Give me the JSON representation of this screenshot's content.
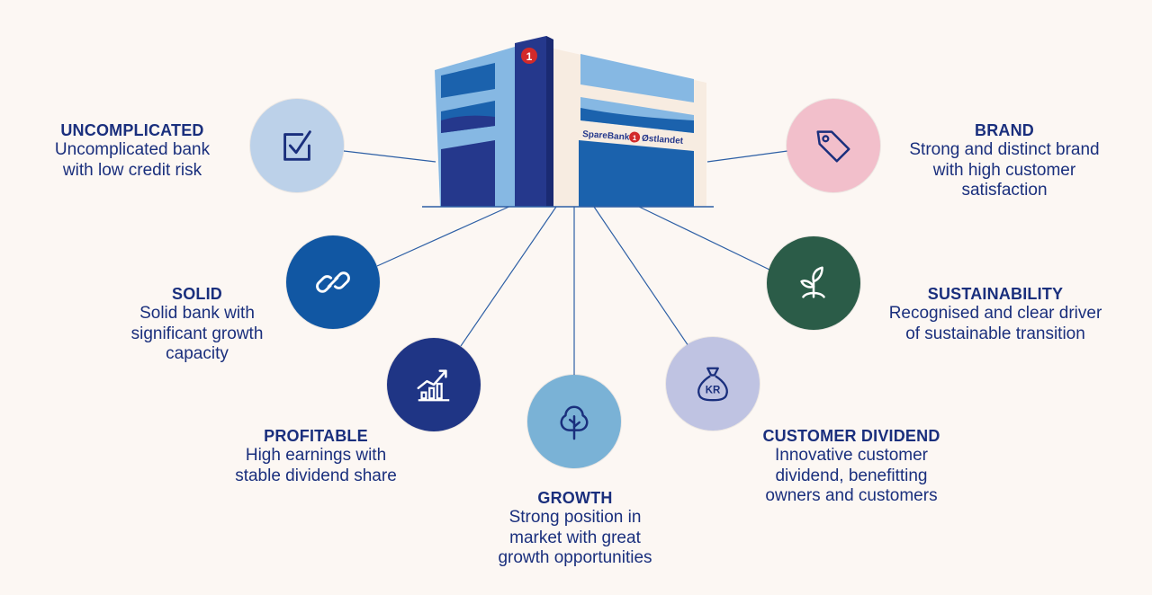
{
  "building": {
    "sign_prefix": "SpareBank",
    "sign_number": "1",
    "sign_suffix": "Østlandet",
    "badge_number": "1"
  },
  "pillars": [
    {
      "key": "uncomplicated",
      "title": "UNCOMPLICATED",
      "desc": "Uncomplicated bank\nwith low credit risk",
      "icon": "checkbox-icon",
      "color": "#bcd1e9"
    },
    {
      "key": "solid",
      "title": "SOLID",
      "desc": "Solid bank with\nsignificant growth\ncapacity",
      "icon": "link-icon",
      "color": "#1157a3"
    },
    {
      "key": "profitable",
      "title": "PROFITABLE",
      "desc": "High earnings with\nstable dividend share",
      "icon": "growth-chart-icon",
      "color": "#1f3585"
    },
    {
      "key": "growth",
      "title": "GROWTH",
      "desc": "Strong position in\nmarket with great\ngrowth opportunities",
      "icon": "tree-icon",
      "color": "#7ab2d6"
    },
    {
      "key": "customer_dividend",
      "title": "CUSTOMER DIVIDEND",
      "desc": "Innovative customer\ndividend, benefitting\nowners and customers",
      "icon": "money-bag-icon",
      "icon_text": "KR",
      "color": "#bfc3e2"
    },
    {
      "key": "sustainability",
      "title": "SUSTAINABILITY",
      "desc": "Recognised and clear driver\nof sustainable transition",
      "icon": "sprout-icon",
      "color": "#2b5c48"
    },
    {
      "key": "brand",
      "title": "BRAND",
      "desc": "Strong and distinct brand\nwith high customer\nsatisfaction",
      "icon": "price-tag-icon",
      "color": "#f2bfcb"
    }
  ]
}
